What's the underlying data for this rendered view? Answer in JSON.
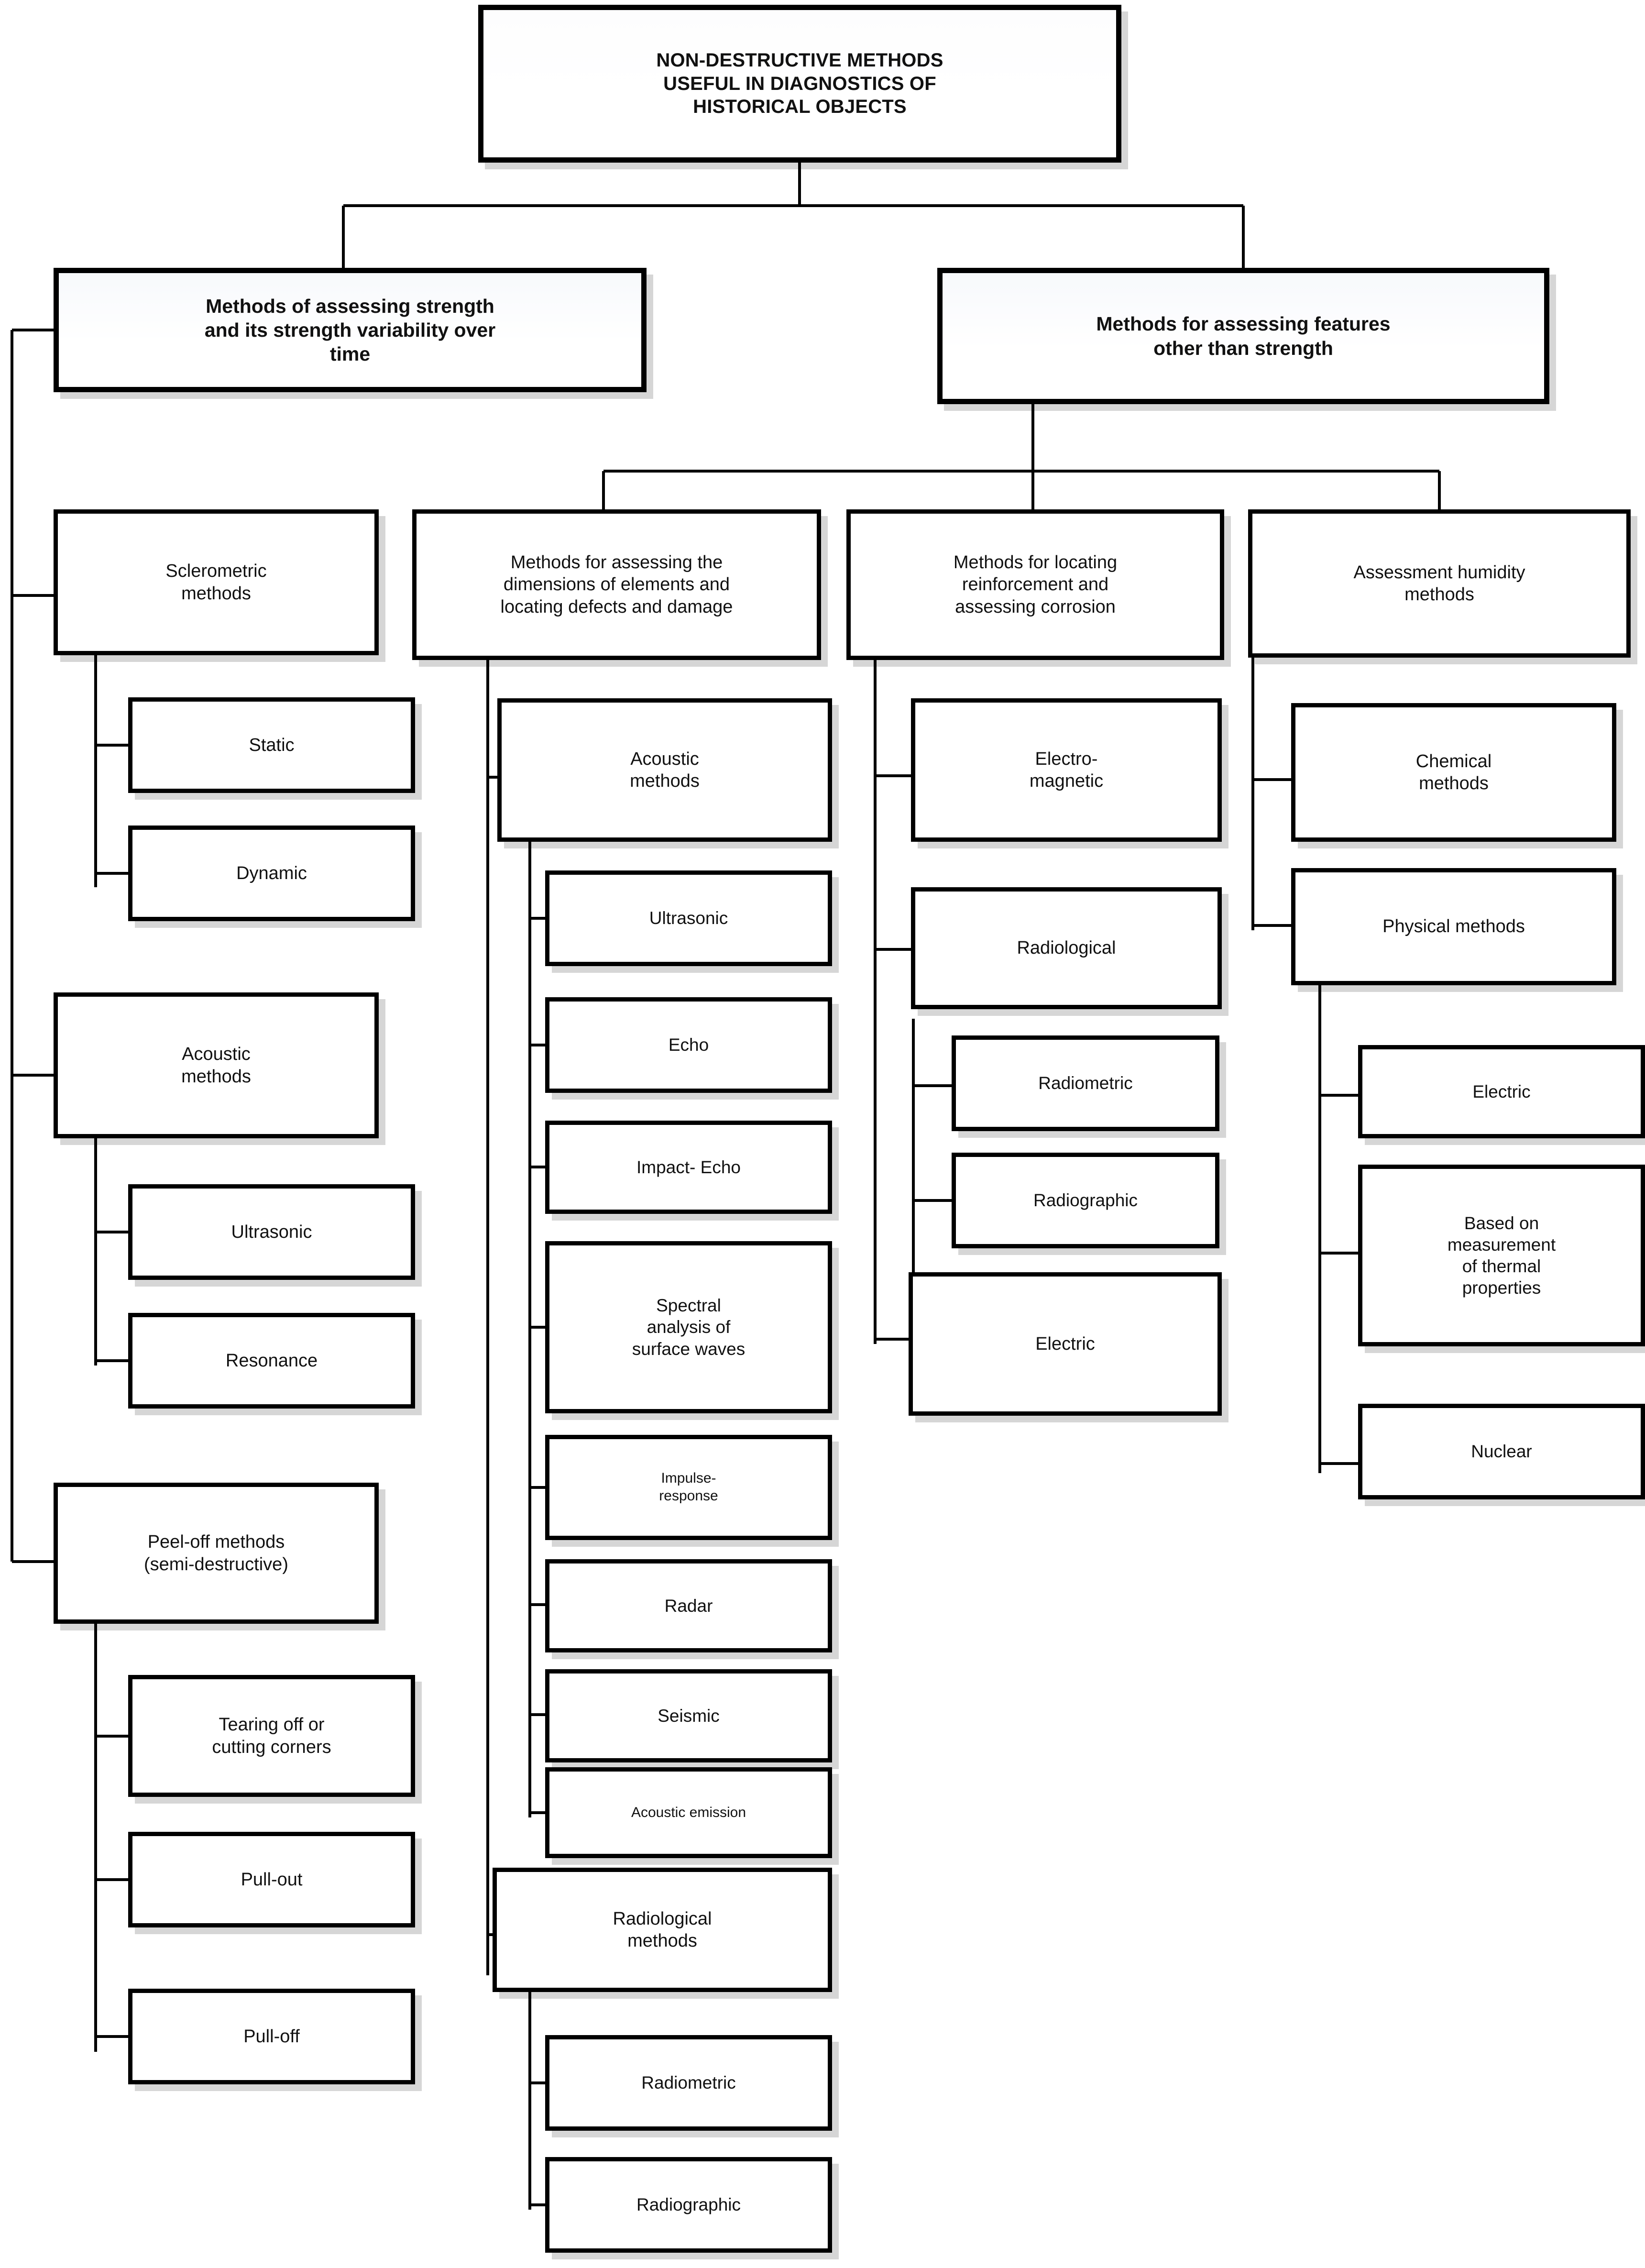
{
  "diagram": {
    "title": "NON-DESTRUCTIVE METHODS USEFUL IN DIAGNOSTICS OF HISTORICAL OBJECTS",
    "type": "tree-flowchart",
    "orientation": "top-down"
  },
  "nodes": {
    "root": "NON-DESTRUCTIVE METHODS\nUSEFUL IN DIAGNOSTICS OF\nHISTORICAL OBJECTS",
    "branch_strength": "Methods of assessing strength\nand its strength variability over\ntime",
    "branch_other": "Methods for assessing features\nother than strength",
    "sclerometric": "Sclerometric\nmethods",
    "sclerometric_static": "Static",
    "sclerometric_dynamic": "Dynamic",
    "acoustic_left": "Acoustic\nmethods",
    "acoustic_left_ultrasonic": "Ultrasonic",
    "acoustic_left_resonance": "Resonance",
    "peeloff": "Peel-off methods\n(semi-destructive)",
    "peeloff_tearing": "Tearing off or\ncutting corners",
    "peeloff_pullout": "Pull-out",
    "peeloff_pulloff": "Pull-off",
    "dimensions": "Methods for assessing the\ndimensions of elements and\nlocating defects and damage",
    "dim_acoustic": "Acoustic\nmethods",
    "dim_ultrasonic": "Ultrasonic",
    "dim_echo": "Echo",
    "dim_impact_echo": "Impact- Echo",
    "dim_spectral": "Spectral\nanalysis of\nsurface waves",
    "dim_impulse": "Impulse-\nresponse",
    "dim_radar": "Radar",
    "dim_seismic": "Seismic",
    "dim_acoustic_emission": "Acoustic emission",
    "dim_radiological": "Radiological\nmethods",
    "dim_radiometric": "Radiometric",
    "dim_radiographic": "Radiographic",
    "reinforcement": "Methods for locating\nreinforcement and\nassessing corrosion",
    "reinf_electromagnetic": "Electro-\nmagnetic",
    "reinf_radiological": "Radiological",
    "reinf_radiometric": "Radiometric",
    "reinf_radiographic": "Radiographic",
    "reinf_electric": "Electric",
    "humidity": "Assessment humidity\nmethods",
    "hum_chemical": "Chemical\nmethods",
    "hum_physical": "Physical methods",
    "hum_electric": "Electric",
    "hum_thermal": "Based on\nmeasurement\nof thermal\nproperties",
    "hum_nuclear": "Nuclear"
  },
  "colors": {
    "border": "#000000",
    "background": "#ffffff",
    "text": "#111111",
    "shadow": "rgba(0,0,0,0.16)",
    "connector": "#000000"
  }
}
